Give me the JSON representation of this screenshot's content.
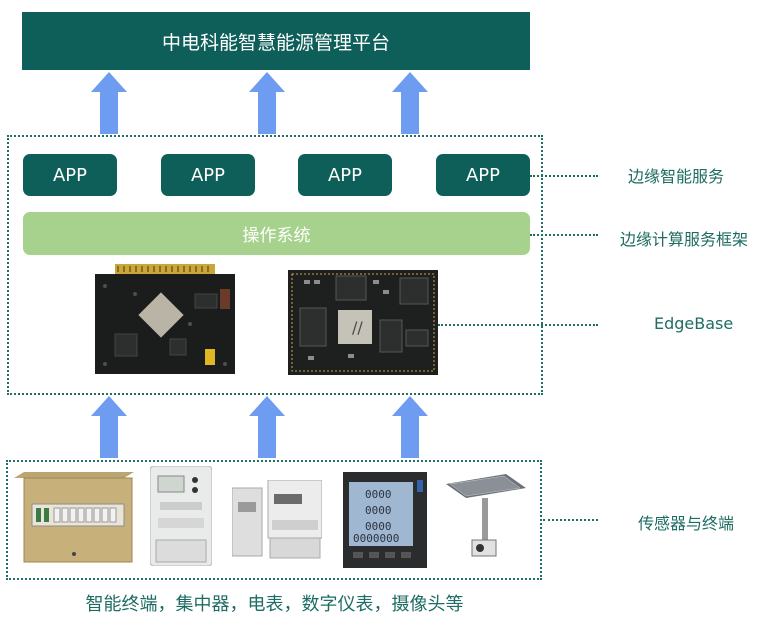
{
  "platform": {
    "title": "中电科能智慧能源管理平台"
  },
  "apps": [
    "APP",
    "APP",
    "APP",
    "APP"
  ],
  "os": {
    "label": "操作系统"
  },
  "side_labels": {
    "edge_service": "边缘智能服务",
    "edge_framework": "边缘计算服务框架",
    "edgebase": "EdgeBase",
    "sensors": "传感器与终端"
  },
  "caption": "智能终端，集中器，电表，数字仪表，摄像头等",
  "icons": {
    "arrow": "up-arrow-icon",
    "board1": "circuit-board-image",
    "board2": "core-module-image",
    "cabinet": "distribution-box-image",
    "meter": "smart-meter-image",
    "din": "din-rail-meter-image",
    "panel": "digital-panel-meter-image",
    "solar": "solar-sensor-image"
  },
  "colors": {
    "primary": "#0e5e59",
    "os": "#a7d28d",
    "arrow": "#6e9cf0",
    "text": "#1e6c63"
  }
}
